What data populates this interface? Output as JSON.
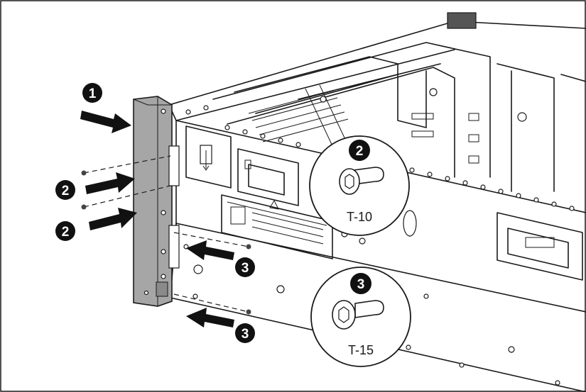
{
  "callouts": [
    {
      "number": "1"
    },
    {
      "number": "2"
    },
    {
      "number": "2"
    },
    {
      "number": "3"
    },
    {
      "number": "3"
    }
  ],
  "detail_views": [
    {
      "number": "2",
      "drive_label": "T-10"
    },
    {
      "number": "3",
      "drive_label": "T-15"
    }
  ],
  "colors": {
    "outline": "#1a1a1a",
    "bracket_fill": "#a6a6a6",
    "badge_fill": "#111111",
    "background": "#ffffff"
  }
}
